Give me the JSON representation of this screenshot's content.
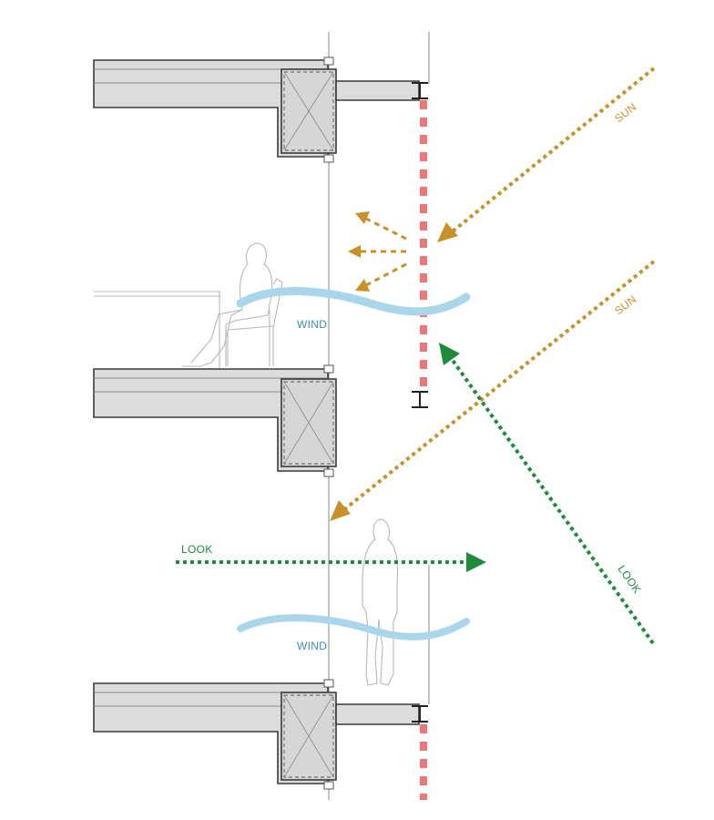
{
  "labels": {
    "sun_upper": "SUN",
    "sun_lower": "SUN",
    "wind_upper": "WIND",
    "wind_lower": "WIND",
    "look_left": "LOOK",
    "look_right": "LOOK"
  },
  "colors": {
    "sun": "#C8902A",
    "look": "#1F8A3B",
    "wind": "#A9D6EA",
    "wind_text": "#3B8DB5",
    "shade": "#EE7676",
    "structure": "#3A3A3A",
    "slab_fill": "#DCDCDC"
  }
}
